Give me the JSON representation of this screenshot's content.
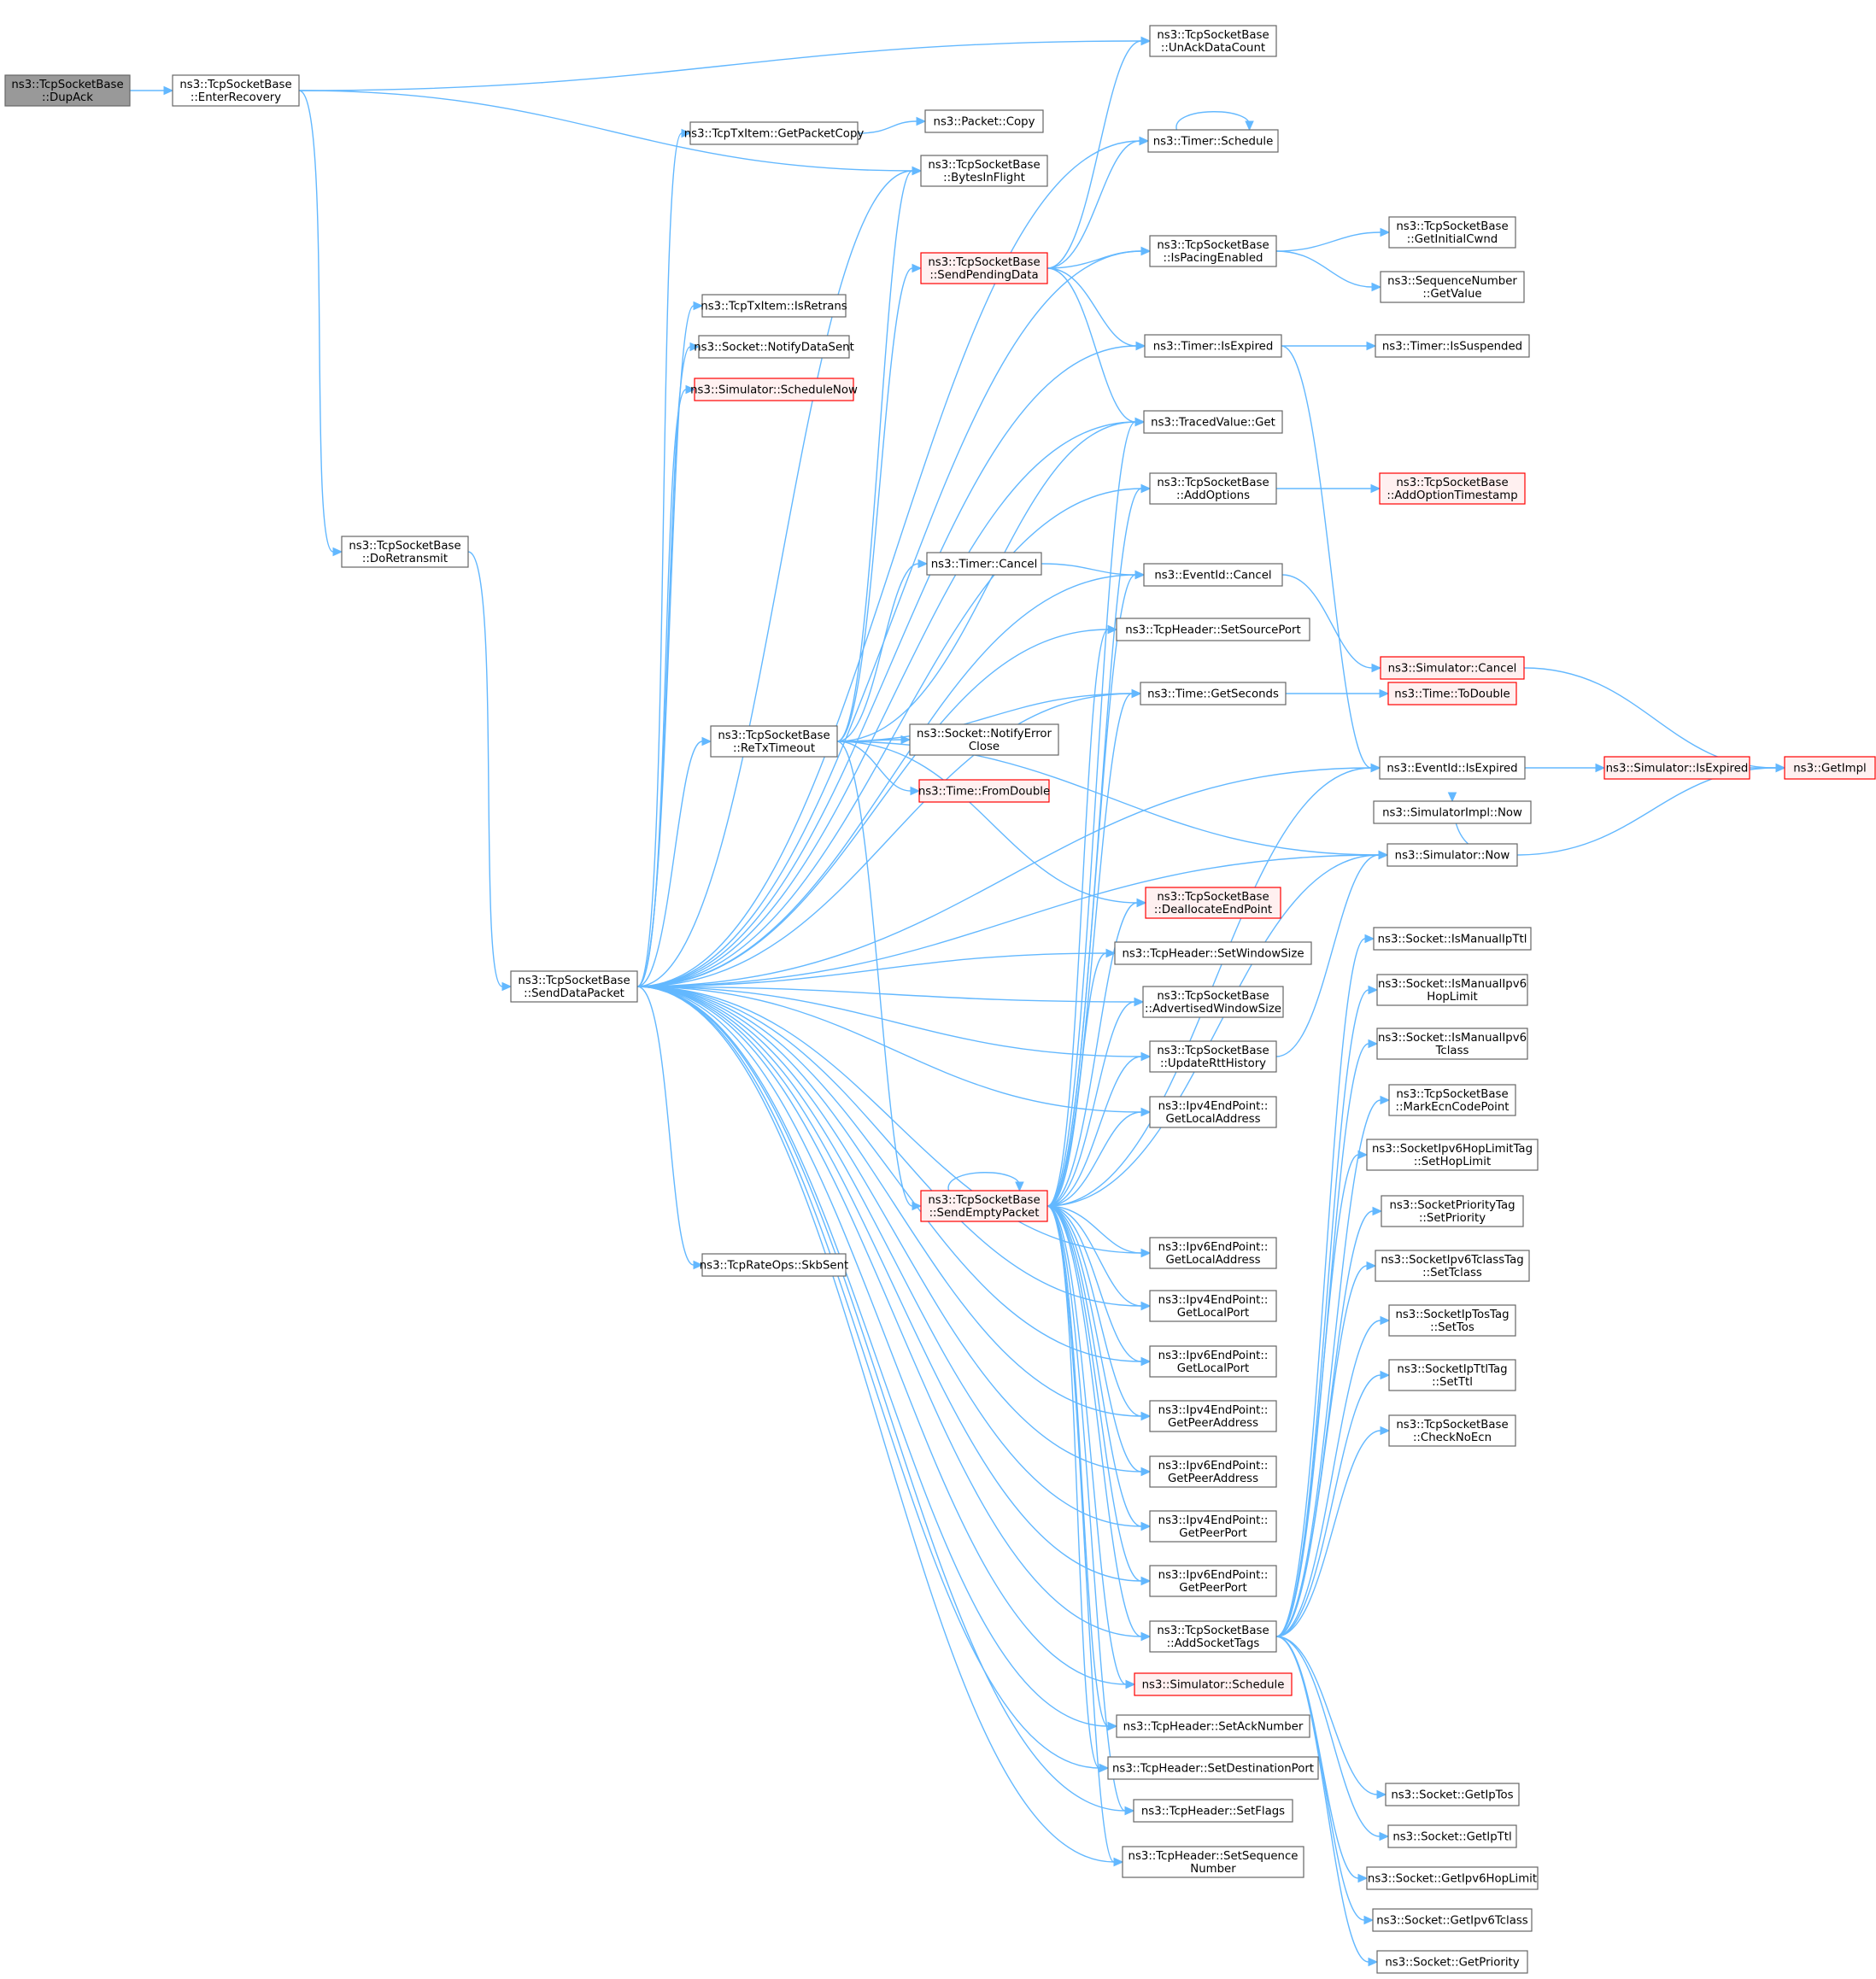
{
  "colors": {
    "edge": "#63b8ff",
    "node_border": "#666666",
    "node_fill": "#ffffff",
    "current_fill": "#999999",
    "partial_border": "#ff0000",
    "partial_fill": "#fff0f0"
  },
  "nodes": [
    {
      "id": "dupack",
      "lines": [
        "ns3::TcpSocketBase",
        "::DupAck"
      ],
      "style": "current"
    },
    {
      "id": "enterrecovery",
      "lines": [
        "ns3::TcpSocketBase",
        "::EnterRecovery"
      ]
    },
    {
      "id": "doretransmit",
      "lines": [
        "ns3::TcpSocketBase",
        "::DoRetransmit"
      ]
    },
    {
      "id": "senddatapacket",
      "lines": [
        "ns3::TcpSocketBase",
        "::SendDataPacket"
      ]
    },
    {
      "id": "retxtimeout",
      "lines": [
        "ns3::TcpSocketBase",
        "::ReTxTimeout"
      ]
    },
    {
      "id": "getpacketcopy",
      "lines": [
        "ns3::TcpTxItem::GetPacketCopy"
      ]
    },
    {
      "id": "isretrans",
      "lines": [
        "ns3::TcpTxItem::IsRetrans"
      ]
    },
    {
      "id": "notifydatasent",
      "lines": [
        "ns3::Socket::NotifyDataSent"
      ]
    },
    {
      "id": "schedulenow",
      "lines": [
        "ns3::Simulator::ScheduleNow"
      ],
      "style": "partial"
    },
    {
      "id": "skbsent",
      "lines": [
        "ns3::TcpRateOps::SkbSent"
      ]
    },
    {
      "id": "packetcopy",
      "lines": [
        "ns3::Packet::Copy"
      ]
    },
    {
      "id": "bytesinflight",
      "lines": [
        "ns3::TcpSocketBase",
        "::BytesInFlight"
      ]
    },
    {
      "id": "sendpendingdata",
      "lines": [
        "ns3::TcpSocketBase",
        "::SendPendingData"
      ],
      "style": "partial"
    },
    {
      "id": "timercancel",
      "lines": [
        "ns3::Timer::Cancel"
      ]
    },
    {
      "id": "notifyerrorclose",
      "lines": [
        "ns3::Socket::NotifyError",
        "Close"
      ]
    },
    {
      "id": "fromdouble",
      "lines": [
        "ns3::Time::FromDouble"
      ],
      "style": "partial"
    },
    {
      "id": "sendemptypacket",
      "lines": [
        "ns3::TcpSocketBase",
        "::SendEmptyPacket"
      ],
      "style": "partial"
    },
    {
      "id": "unackdatacount",
      "lines": [
        "ns3::TcpSocketBase",
        "::UnAckDataCount"
      ]
    },
    {
      "id": "timerschedule",
      "lines": [
        "ns3::Timer::Schedule"
      ]
    },
    {
      "id": "ispacingenabled",
      "lines": [
        "ns3::TcpSocketBase",
        "::IsPacingEnabled"
      ]
    },
    {
      "id": "timerisexpired",
      "lines": [
        "ns3::Timer::IsExpired"
      ]
    },
    {
      "id": "tracedget",
      "lines": [
        "ns3::TracedValue::Get"
      ]
    },
    {
      "id": "addoptions",
      "lines": [
        "ns3::TcpSocketBase",
        "::AddOptions"
      ]
    },
    {
      "id": "eventcancel",
      "lines": [
        "ns3::EventId::Cancel"
      ]
    },
    {
      "id": "setsourceport",
      "lines": [
        "ns3::TcpHeader::SetSourcePort"
      ]
    },
    {
      "id": "getseconds",
      "lines": [
        "ns3::Time::GetSeconds"
      ]
    },
    {
      "id": "deallocate",
      "lines": [
        "ns3::TcpSocketBase",
        "::DeallocateEndPoint"
      ],
      "style": "partial"
    },
    {
      "id": "setwindowsize",
      "lines": [
        "ns3::TcpHeader::SetWindowSize"
      ]
    },
    {
      "id": "advwindow",
      "lines": [
        "ns3::TcpSocketBase",
        "::AdvertisedWindowSize"
      ]
    },
    {
      "id": "updatertt",
      "lines": [
        "ns3::TcpSocketBase",
        "::UpdateRttHistory"
      ]
    },
    {
      "id": "ipv4localaddr",
      "lines": [
        "ns3::Ipv4EndPoint::",
        "GetLocalAddress"
      ]
    },
    {
      "id": "ipv6localaddr",
      "lines": [
        "ns3::Ipv6EndPoint::",
        "GetLocalAddress"
      ]
    },
    {
      "id": "ipv4localport",
      "lines": [
        "ns3::Ipv4EndPoint::",
        "GetLocalPort"
      ]
    },
    {
      "id": "ipv6localport",
      "lines": [
        "ns3::Ipv6EndPoint::",
        "GetLocalPort"
      ]
    },
    {
      "id": "ipv4peeraddr",
      "lines": [
        "ns3::Ipv4EndPoint::",
        "GetPeerAddress"
      ]
    },
    {
      "id": "ipv6peeraddr",
      "lines": [
        "ns3::Ipv6EndPoint::",
        "GetPeerAddress"
      ]
    },
    {
      "id": "ipv4peerport",
      "lines": [
        "ns3::Ipv4EndPoint::",
        "GetPeerPort"
      ]
    },
    {
      "id": "ipv6peerport",
      "lines": [
        "ns3::Ipv6EndPoint::",
        "GetPeerPort"
      ]
    },
    {
      "id": "addsockettags",
      "lines": [
        "ns3::TcpSocketBase",
        "::AddSocketTags"
      ]
    },
    {
      "id": "simschedule",
      "lines": [
        "ns3::Simulator::Schedule"
      ],
      "style": "partial"
    },
    {
      "id": "setacknumber",
      "lines": [
        "ns3::TcpHeader::SetAckNumber"
      ]
    },
    {
      "id": "setdestport",
      "lines": [
        "ns3::TcpHeader::SetDestinationPort"
      ]
    },
    {
      "id": "setflags",
      "lines": [
        "ns3::TcpHeader::SetFlags"
      ]
    },
    {
      "id": "setseqnum",
      "lines": [
        "ns3::TcpHeader::SetSequence",
        "Number"
      ]
    },
    {
      "id": "getinitialcwnd",
      "lines": [
        "ns3::TcpSocketBase",
        "::GetInitialCwnd"
      ]
    },
    {
      "id": "seqgetvalue",
      "lines": [
        "ns3::SequenceNumber",
        "::GetValue"
      ]
    },
    {
      "id": "issuspended",
      "lines": [
        "ns3::Timer::IsSuspended"
      ]
    },
    {
      "id": "addoptionts",
      "lines": [
        "ns3::TcpSocketBase",
        "::AddOptionTimestamp"
      ],
      "style": "partial"
    },
    {
      "id": "simcancel",
      "lines": [
        "ns3::Simulator::Cancel"
      ],
      "style": "partial"
    },
    {
      "id": "todouble",
      "lines": [
        "ns3::Time::ToDouble"
      ],
      "style": "partial"
    },
    {
      "id": "eventisexpired",
      "lines": [
        "ns3::EventId::IsExpired"
      ]
    },
    {
      "id": "simimplnow",
      "lines": [
        "ns3::SimulatorImpl::Now"
      ]
    },
    {
      "id": "simnow",
      "lines": [
        "ns3::Simulator::Now"
      ]
    },
    {
      "id": "ismanualipttl",
      "lines": [
        "ns3::Socket::IsManualIpTtl"
      ]
    },
    {
      "id": "ismanualipv6hop",
      "lines": [
        "ns3::Socket::IsManualIpv6",
        "HopLimit"
      ]
    },
    {
      "id": "ismanualipv6tc",
      "lines": [
        "ns3::Socket::IsManualIpv6",
        "Tclass"
      ]
    },
    {
      "id": "markecn",
      "lines": [
        "ns3::TcpSocketBase",
        "::MarkEcnCodePoint"
      ]
    },
    {
      "id": "sethoplimit",
      "lines": [
        "ns3::SocketIpv6HopLimitTag",
        "::SetHopLimit"
      ]
    },
    {
      "id": "setpriority",
      "lines": [
        "ns3::SocketPriorityTag",
        "::SetPriority"
      ]
    },
    {
      "id": "settclass",
      "lines": [
        "ns3::SocketIpv6TclassTag",
        "::SetTclass"
      ]
    },
    {
      "id": "settos",
      "lines": [
        "ns3::SocketIpTosTag",
        "::SetTos"
      ]
    },
    {
      "id": "setttl",
      "lines": [
        "ns3::SocketIpTtlTag",
        "::SetTtl"
      ]
    },
    {
      "id": "checknoecn",
      "lines": [
        "ns3::TcpSocketBase",
        "::CheckNoEcn"
      ]
    },
    {
      "id": "getiptos",
      "lines": [
        "ns3::Socket::GetIpTos"
      ]
    },
    {
      "id": "getipttl",
      "lines": [
        "ns3::Socket::GetIpTtl"
      ]
    },
    {
      "id": "getipv6hop",
      "lines": [
        "ns3::Socket::GetIpv6HopLimit"
      ]
    },
    {
      "id": "getipv6tc",
      "lines": [
        "ns3::Socket::GetIpv6Tclass"
      ]
    },
    {
      "id": "simisexpired",
      "lines": [
        "ns3::Simulator::IsExpired"
      ],
      "style": "partial"
    },
    {
      "id": "getimpl",
      "lines": [
        "ns3::GetImpl"
      ],
      "style": "partial"
    },
    {
      "id": "getpriority",
      "lines": [
        "ns3::Socket::GetPriority"
      ]
    }
  ],
  "edges": [
    [
      "dupack",
      "enterrecovery"
    ],
    [
      "enterrecovery",
      "unackdatacount"
    ],
    [
      "enterrecovery",
      "bytesinflight"
    ],
    [
      "enterrecovery",
      "doretransmit"
    ],
    [
      "doretransmit",
      "senddatapacket"
    ],
    [
      "senddatapacket",
      "getpacketcopy"
    ],
    [
      "senddatapacket",
      "bytesinflight"
    ],
    [
      "senddatapacket",
      "timerschedule"
    ],
    [
      "senddatapacket",
      "ispacingenabled"
    ],
    [
      "senddatapacket",
      "isretrans"
    ],
    [
      "senddatapacket",
      "notifydatasent"
    ],
    [
      "senddatapacket",
      "schedulenow"
    ],
    [
      "senddatapacket",
      "timerisexpired"
    ],
    [
      "senddatapacket",
      "tracedget"
    ],
    [
      "senddatapacket",
      "addoptions"
    ],
    [
      "senddatapacket",
      "eventcancel"
    ],
    [
      "senddatapacket",
      "setsourceport"
    ],
    [
      "senddatapacket",
      "getseconds"
    ],
    [
      "senddatapacket",
      "retxtimeout"
    ],
    [
      "senddatapacket",
      "eventisexpired"
    ],
    [
      "senddatapacket",
      "simnow"
    ],
    [
      "senddatapacket",
      "setwindowsize"
    ],
    [
      "senddatapacket",
      "advwindow"
    ],
    [
      "senddatapacket",
      "updatertt"
    ],
    [
      "senddatapacket",
      "ipv4localaddr"
    ],
    [
      "senddatapacket",
      "ipv6localaddr"
    ],
    [
      "senddatapacket",
      "skbsent"
    ],
    [
      "senddatapacket",
      "ipv4localport"
    ],
    [
      "senddatapacket",
      "ipv6localport"
    ],
    [
      "senddatapacket",
      "ipv4peeraddr"
    ],
    [
      "senddatapacket",
      "ipv6peeraddr"
    ],
    [
      "senddatapacket",
      "ipv4peerport"
    ],
    [
      "senddatapacket",
      "ipv6peerport"
    ],
    [
      "senddatapacket",
      "addsockettags"
    ],
    [
      "senddatapacket",
      "simschedule"
    ],
    [
      "senddatapacket",
      "setacknumber"
    ],
    [
      "senddatapacket",
      "setdestport"
    ],
    [
      "senddatapacket",
      "setflags"
    ],
    [
      "senddatapacket",
      "setseqnum"
    ],
    [
      "getpacketcopy",
      "packetcopy"
    ],
    [
      "retxtimeout",
      "bytesinflight"
    ],
    [
      "retxtimeout",
      "sendpendingdata"
    ],
    [
      "retxtimeout",
      "tracedget"
    ],
    [
      "retxtimeout",
      "timercancel"
    ],
    [
      "retxtimeout",
      "getseconds"
    ],
    [
      "retxtimeout",
      "notifyerrorclose"
    ],
    [
      "retxtimeout",
      "fromdouble"
    ],
    [
      "retxtimeout",
      "simnow"
    ],
    [
      "retxtimeout",
      "deallocate"
    ],
    [
      "retxtimeout",
      "sendemptypacket"
    ],
    [
      "sendpendingdata",
      "unackdatacount"
    ],
    [
      "sendpendingdata",
      "timerschedule"
    ],
    [
      "sendpendingdata",
      "ispacingenabled"
    ],
    [
      "sendpendingdata",
      "timerisexpired"
    ],
    [
      "sendpendingdata",
      "tracedget"
    ],
    [
      "timercancel",
      "eventcancel"
    ],
    [
      "timerschedule",
      "timerschedule"
    ],
    [
      "ispacingenabled",
      "getinitialcwnd"
    ],
    [
      "ispacingenabled",
      "seqgetvalue"
    ],
    [
      "timerisexpired",
      "issuspended"
    ],
    [
      "timerisexpired",
      "eventisexpired"
    ],
    [
      "addoptions",
      "addoptionts"
    ],
    [
      "eventcancel",
      "simcancel"
    ],
    [
      "simcancel",
      "getimpl"
    ],
    [
      "getseconds",
      "todouble"
    ],
    [
      "eventisexpired",
      "simisexpired"
    ],
    [
      "simisexpired",
      "getimpl"
    ],
    [
      "simnow",
      "simimplnow"
    ],
    [
      "simnow",
      "getimpl"
    ],
    [
      "updatertt",
      "simnow"
    ],
    [
      "sendemptypacket",
      "sendemptypacket"
    ],
    [
      "sendemptypacket",
      "tracedget"
    ],
    [
      "sendemptypacket",
      "addoptions"
    ],
    [
      "sendemptypacket",
      "eventcancel"
    ],
    [
      "sendemptypacket",
      "setsourceport"
    ],
    [
      "sendemptypacket",
      "getseconds"
    ],
    [
      "sendemptypacket",
      "deallocate"
    ],
    [
      "sendemptypacket",
      "setwindowsize"
    ],
    [
      "sendemptypacket",
      "advwindow"
    ],
    [
      "sendemptypacket",
      "updatertt"
    ],
    [
      "sendemptypacket",
      "ipv4localaddr"
    ],
    [
      "sendemptypacket",
      "eventisexpired"
    ],
    [
      "sendemptypacket",
      "simnow"
    ],
    [
      "sendemptypacket",
      "ipv6localaddr"
    ],
    [
      "sendemptypacket",
      "ipv4localport"
    ],
    [
      "sendemptypacket",
      "ipv6localport"
    ],
    [
      "sendemptypacket",
      "ipv4peeraddr"
    ],
    [
      "sendemptypacket",
      "ipv6peeraddr"
    ],
    [
      "sendemptypacket",
      "ipv4peerport"
    ],
    [
      "sendemptypacket",
      "ipv6peerport"
    ],
    [
      "sendemptypacket",
      "addsockettags"
    ],
    [
      "sendemptypacket",
      "simschedule"
    ],
    [
      "sendemptypacket",
      "setacknumber"
    ],
    [
      "sendemptypacket",
      "setdestport"
    ],
    [
      "sendemptypacket",
      "setflags"
    ],
    [
      "sendemptypacket",
      "setseqnum"
    ],
    [
      "addsockettags",
      "ismanualipttl"
    ],
    [
      "addsockettags",
      "ismanualipv6hop"
    ],
    [
      "addsockettags",
      "ismanualipv6tc"
    ],
    [
      "addsockettags",
      "markecn"
    ],
    [
      "addsockettags",
      "sethoplimit"
    ],
    [
      "addsockettags",
      "setpriority"
    ],
    [
      "addsockettags",
      "settclass"
    ],
    [
      "addsockettags",
      "settos"
    ],
    [
      "addsockettags",
      "setttl"
    ],
    [
      "addsockettags",
      "checknoecn"
    ],
    [
      "addsockettags",
      "getiptos"
    ],
    [
      "addsockettags",
      "getipttl"
    ],
    [
      "addsockettags",
      "getipv6hop"
    ],
    [
      "addsockettags",
      "getipv6tc"
    ],
    [
      "addsockettags",
      "getpriority"
    ]
  ]
}
